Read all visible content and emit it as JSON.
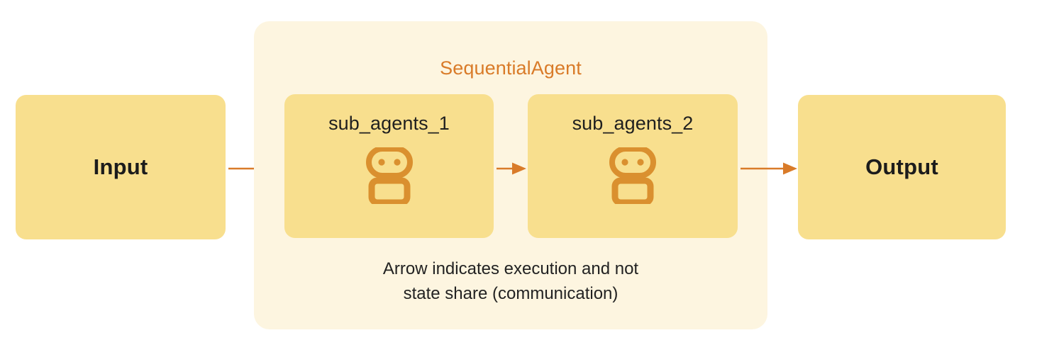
{
  "diagram": {
    "title": "SequentialAgent",
    "colors": {
      "canvas_background": "#ffffff",
      "container_fill": "#fdf5e0",
      "node_fill": "#f8df8e",
      "accent_orange": "#d97b29",
      "icon_orange": "#da902f",
      "text_dark": "#1c1c1c"
    },
    "input_node": {
      "label": "Input"
    },
    "output_node": {
      "label": "Output"
    },
    "agents": [
      {
        "label": "sub_agents_1",
        "icon": "robot-icon"
      },
      {
        "label": "sub_agents_2",
        "icon": "robot-icon"
      }
    ],
    "arrows": [
      {
        "name": "input-to-agent-1"
      },
      {
        "name": "agent-1-to-agent-2"
      },
      {
        "name": "agent-2-to-output"
      }
    ],
    "caption": {
      "line1": "Arrow indicates execution and not",
      "line2": "state share (communication)"
    }
  }
}
